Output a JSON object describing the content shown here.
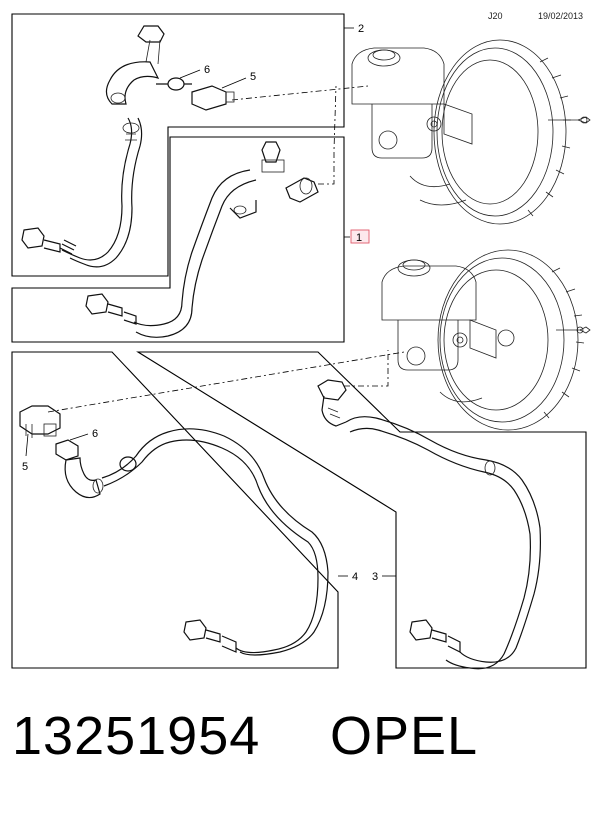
{
  "header": {
    "code": "J20",
    "date": "19/02/2013"
  },
  "callouts": {
    "frame2": "2",
    "frame1": "1",
    "frame4": "4",
    "frame3": "3",
    "clip_top": "6",
    "sensor_top": "5",
    "clip_bottom": "6",
    "sensor_bottom": "5"
  },
  "colors": {
    "callout_highlight": "#e05a6a",
    "line": "#000000"
  },
  "footer": {
    "part_number": "13251954",
    "brand": "OPEL"
  }
}
